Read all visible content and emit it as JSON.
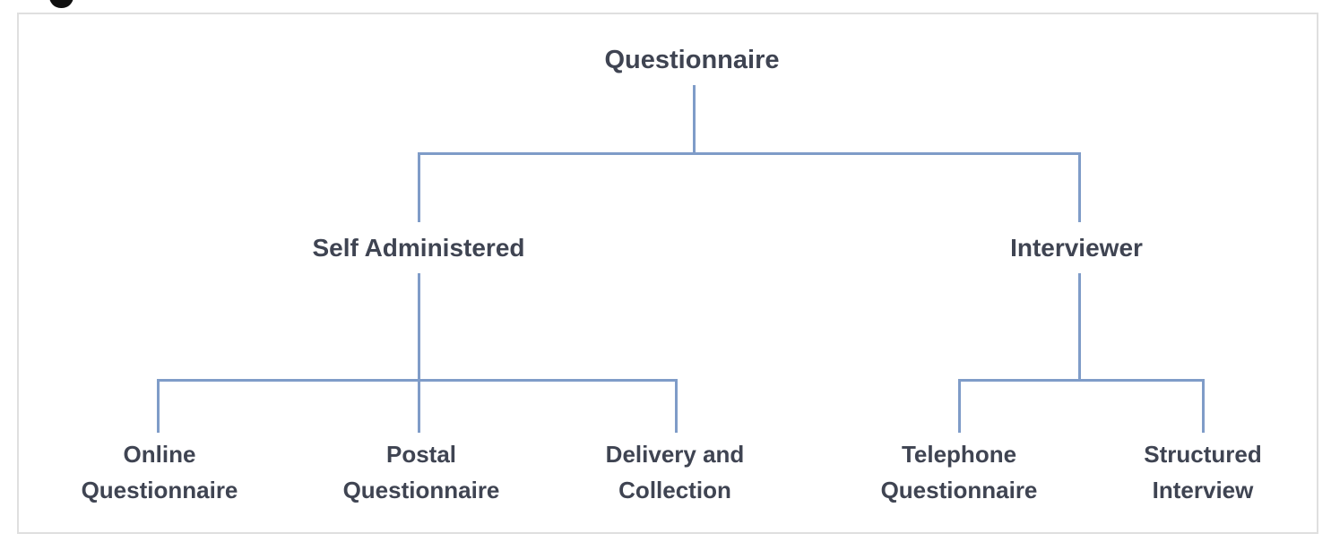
{
  "tree": {
    "root": {
      "label": "Questionnaire"
    },
    "branches": [
      {
        "label": "Self Administered"
      },
      {
        "label": "Interviewer"
      }
    ],
    "leaves": [
      {
        "line1": "Online",
        "line2": "Questionnaire",
        "parent": "Self Administered"
      },
      {
        "line1": "Postal",
        "line2": "Questionnaire",
        "parent": "Self Administered"
      },
      {
        "line1": "Delivery and",
        "line2": "Collection",
        "parent": "Self Administered"
      },
      {
        "line1": "Telephone",
        "line2": "Questionnaire",
        "parent": "Interviewer"
      },
      {
        "line1": "Structured",
        "line2": "Interview",
        "parent": "Interviewer"
      }
    ]
  },
  "colors": {
    "connector_line": "#7f9cc8",
    "label_text": "#3f4452",
    "frame_border": "#dfdfdf",
    "background": "#ffffff"
  }
}
